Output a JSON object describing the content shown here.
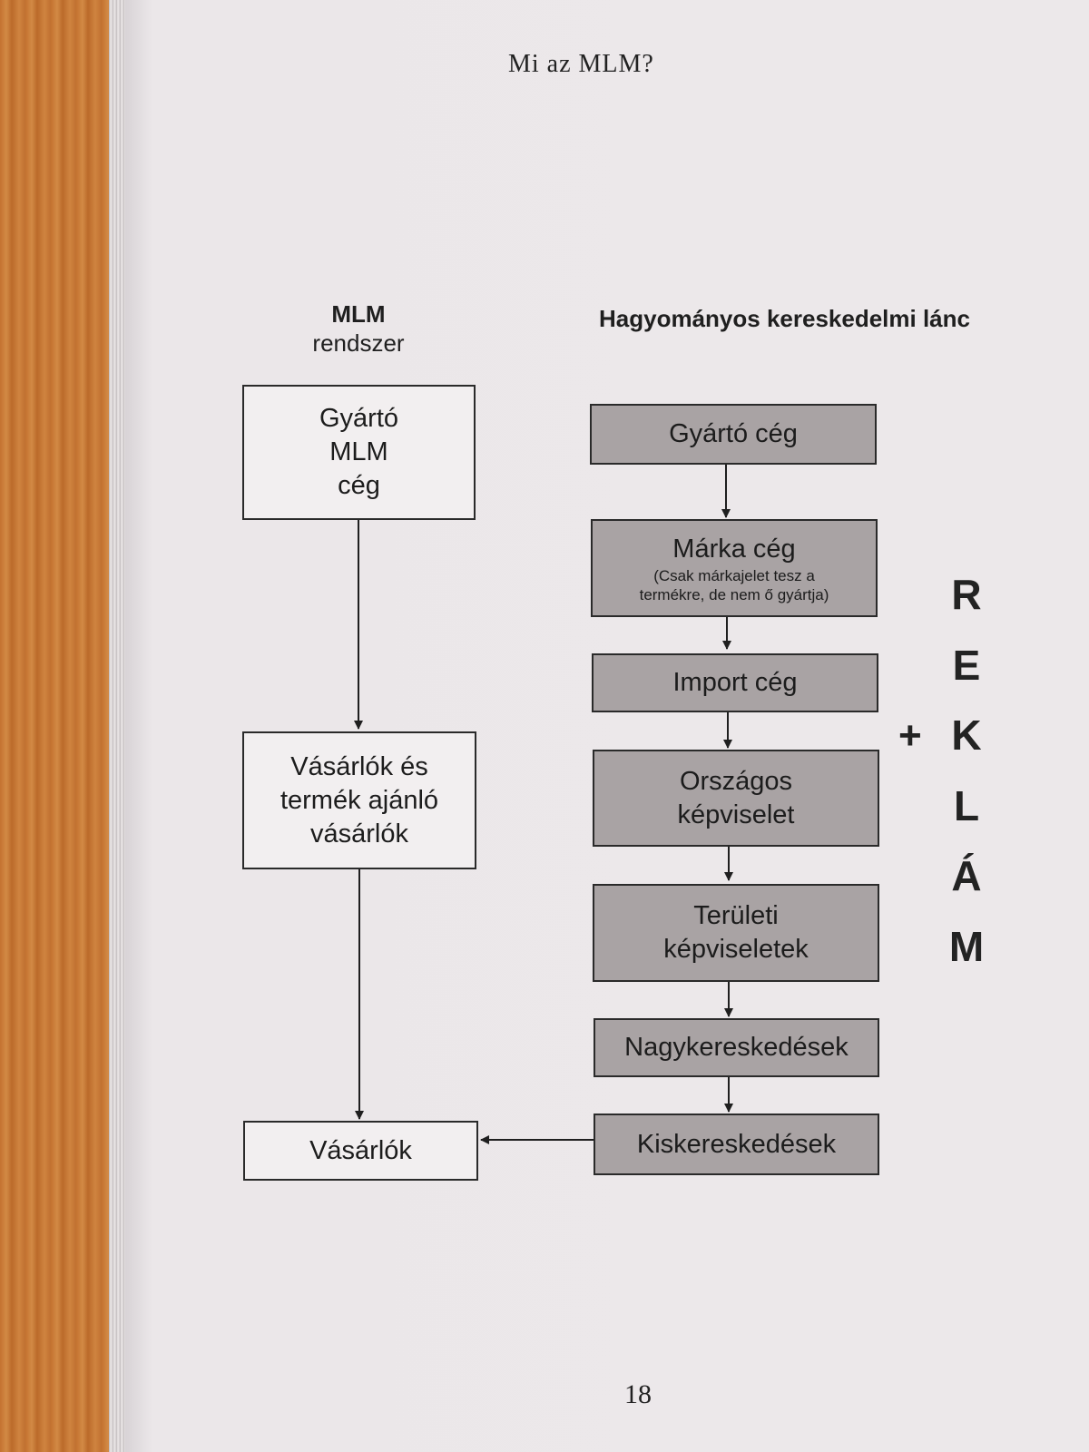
{
  "running_head": "Mi az MLM?",
  "page_number": "18",
  "mlm": {
    "heading_bold": "MLM",
    "heading_sub": "rendszer",
    "boxes": [
      [
        "Gyártó",
        "MLM",
        "cég"
      ],
      [
        "Vásárlók és",
        "termék ajánló",
        "vásárlók"
      ],
      [
        "Vásárlók"
      ]
    ]
  },
  "traditional": {
    "heading": "Hagyományos kereskedelmi lánc",
    "boxes": [
      {
        "title": "Gyártó cég"
      },
      {
        "title": "Márka cég",
        "note_lines": [
          "(Csak márkajelet tesz a",
          "termékre, de nem ő gyártja)"
        ]
      },
      {
        "title": "Import cég"
      },
      {
        "title": "Országos",
        "title2": "képviselet"
      },
      {
        "title": "Területi",
        "title2": "képviseletek"
      },
      {
        "title": "Nagykereskedések"
      },
      {
        "title": "Kiskereskedések"
      }
    ]
  },
  "plus_sign": "+",
  "reklam_letters": [
    "R",
    "E",
    "K",
    "L",
    "Á",
    "M"
  ]
}
